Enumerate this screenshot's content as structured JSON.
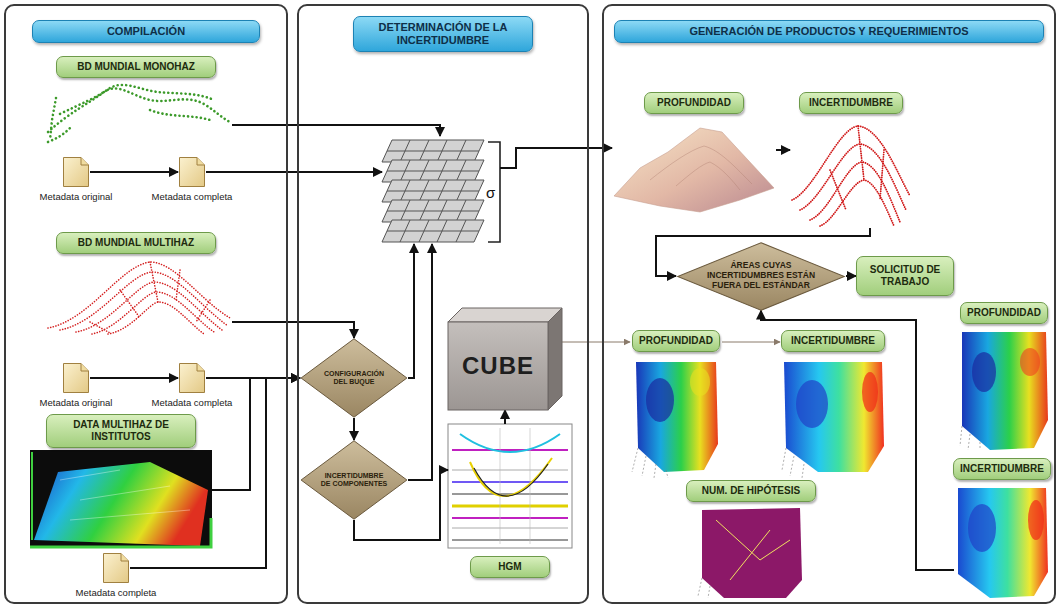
{
  "diagram": {
    "nodes": [
      {
        "text": [
          "COMPILACIÓN"
        ]
      },
      {
        "text": [
          "BD MUNDIAL MONOHAZ"
        ],
        "in": 0
      },
      {
        "text": [
          "Metadata original"
        ],
        "in": 0
      },
      {
        "text": [
          "Metadata completa"
        ],
        "in": 0
      },
      {
        "text": [
          "BD MUNDIAL MULTIHAZ"
        ],
        "in": 0
      },
      {
        "text": [
          "Metadata original"
        ],
        "in": 0
      },
      {
        "text": [
          "Metadata completa"
        ],
        "in": 0
      },
      {
        "text": [
          "DATA MULTIHAZ DE INSTITUTOS"
        ],
        "in": 0
      },
      {
        "text": [
          "Metadata completa"
        ],
        "in": 0
      },
      {
        "text": [
          "DETERMINACIÓN DE LA INCERTIDUMBRE"
        ]
      },
      {
        "text": [
          "σ"
        ],
        "in": 9
      },
      {
        "text": [
          "CONFIGURACIÓN DEL BUQUE"
        ],
        "in": 9
      },
      {
        "text": [
          "INCERTIDUMBRE DE COMPONENTES"
        ],
        "in": 9
      },
      {
        "text": [
          "CUBE"
        ],
        "in": 9
      },
      {
        "text": [
          "HGM"
        ],
        "in": 9
      },
      {
        "text": [
          "GENERACIÓN DE PRODUCTOS Y REQUERIMIENTOS"
        ]
      },
      {
        "text": [
          "PROFUNDIDAD"
        ],
        "in": 15
      },
      {
        "text": [
          "INCERTIDUMBRE"
        ],
        "in": 15
      },
      {
        "text": [
          "ÁREAS CUYAS INCERTIDUMBRES ESTÁN FUERA DEL ESTÁNDAR"
        ],
        "in": 15
      },
      {
        "text": [
          "SOLICITUD DE TRABAJO"
        ],
        "in": 15
      },
      {
        "text": [
          "PROFUNDIDAD"
        ],
        "in": 15
      },
      {
        "text": [
          "INCERTIDUMBRE"
        ],
        "in": 15
      },
      {
        "text": [
          "NUM. DE HIPÓTESIS"
        ],
        "in": 15
      },
      {
        "text": [
          "PROFUNDIDAD"
        ],
        "in": 15
      },
      {
        "text": [
          "INCERTIDUMBRE"
        ],
        "in": 15
      }
    ],
    "edges": [
      {
        "from": 1,
        "to": 10,
        "arrow": "to"
      },
      {
        "from": 2,
        "to": 3,
        "arrow": "to"
      },
      {
        "from": 3,
        "to": 10,
        "arrow": "to"
      },
      {
        "from": 5,
        "to": 6,
        "arrow": "to"
      },
      {
        "from": 4,
        "to": 11,
        "arrow": "to"
      },
      {
        "from": 6,
        "to": 11,
        "arrow": "to"
      },
      {
        "from": 7,
        "to": 11,
        "arrow": "to"
      },
      {
        "from": 8,
        "to": 11,
        "arrow": "to"
      },
      {
        "from": 11,
        "to": 10,
        "arrow": "to"
      },
      {
        "from": 11,
        "to": 12,
        "arrow": "to"
      },
      {
        "from": 12,
        "to": 10,
        "arrow": "to"
      },
      {
        "from": 12,
        "to": 14,
        "arrow": "to"
      },
      {
        "from": 14,
        "to": 13,
        "arrow": "to"
      },
      {
        "from": 10,
        "to": 16,
        "arrow": "to"
      },
      {
        "from": 16,
        "to": 17,
        "arrow": "to"
      },
      {
        "from": 17,
        "to": 18,
        "arrow": "to"
      },
      {
        "from": 18,
        "to": 19,
        "arrow": "to"
      },
      {
        "from": 13,
        "to": 20,
        "arrow": "to"
      },
      {
        "from": 20,
        "to": 21,
        "arrow": "to"
      },
      {
        "from": 24,
        "to": 18,
        "arrow": "to"
      }
    ]
  }
}
